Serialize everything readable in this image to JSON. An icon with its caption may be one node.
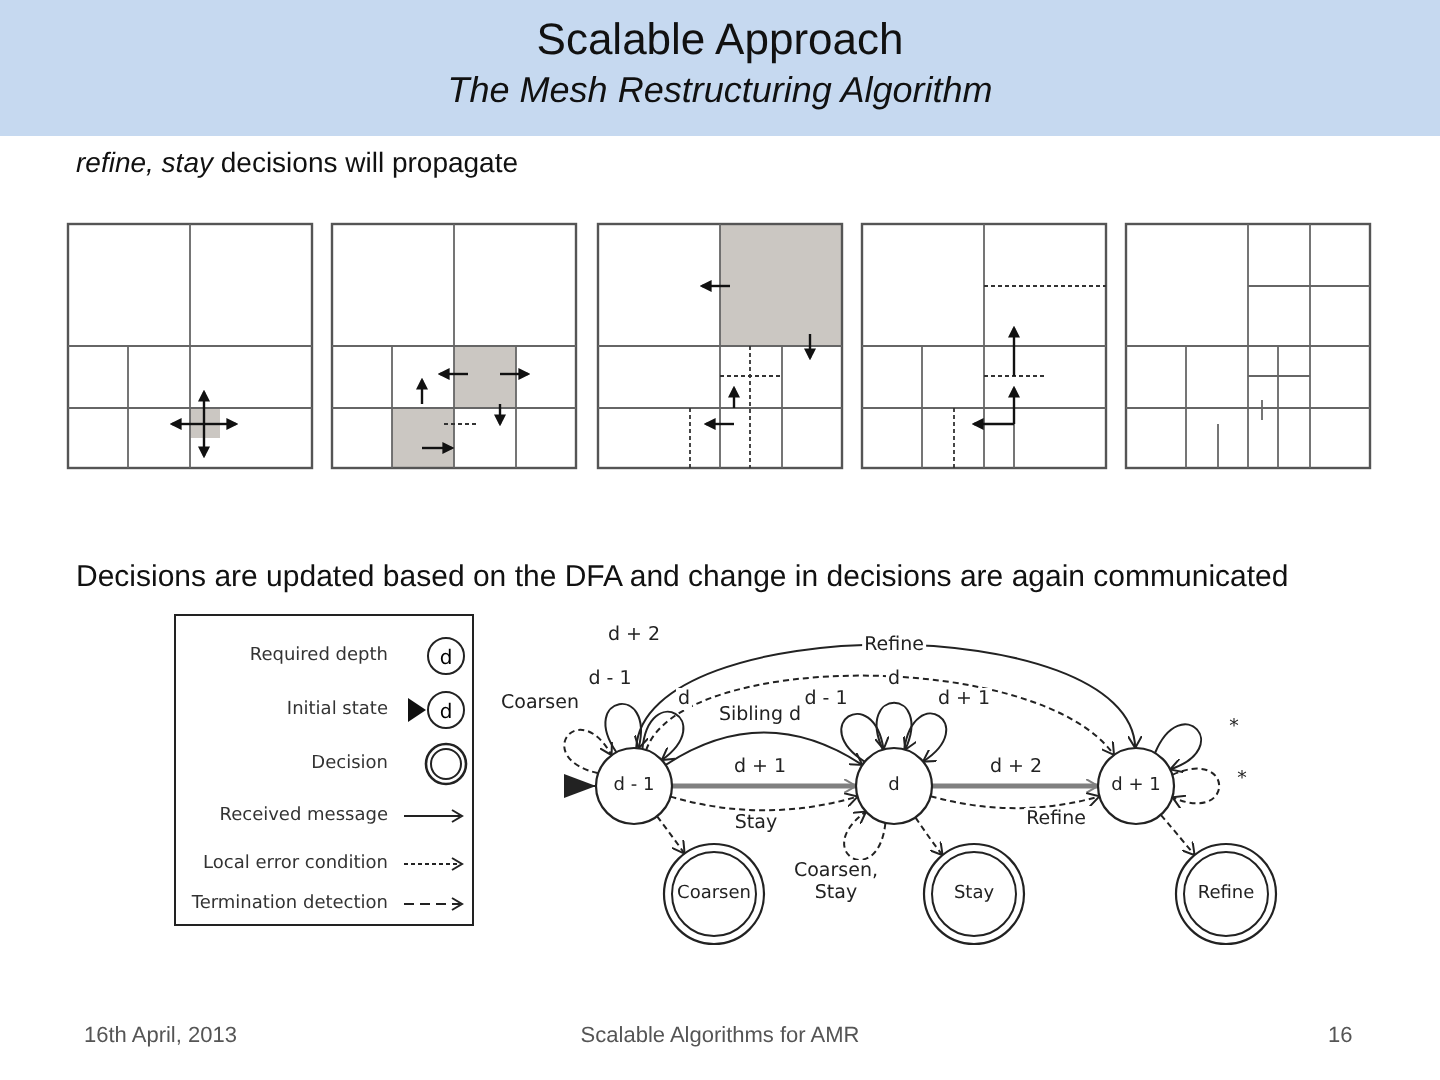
{
  "diagram": {
    "title": "Scalable Approach",
    "nodes": [
      {
        "text": [
          "d - 1"
        ]
      },
      {
        "text": [
          "d"
        ]
      },
      {
        "text": [
          "d + 1"
        ]
      },
      {
        "text": [
          "Coarsen"
        ]
      },
      {
        "text": [
          "Stay"
        ]
      },
      {
        "text": [
          "Refine"
        ]
      }
    ],
    "edges": [
      {
        "from": null,
        "to": 0,
        "arrow": "to"
      },
      {
        "from": 0,
        "to": 0,
        "arrow": "to",
        "label": "Coarsen",
        "style": "dashed"
      },
      {
        "from": 0,
        "to": 0,
        "arrow": "to",
        "label": "d - 1"
      },
      {
        "from": 0,
        "to": 0,
        "arrow": "to",
        "label": "d"
      },
      {
        "from": 0,
        "to": 2,
        "arrow": "to",
        "label": "d + 2"
      },
      {
        "from": 0,
        "to": 2,
        "arrow": "to",
        "label": "Refine",
        "style": "dashed"
      },
      {
        "from": 0,
        "to": 1,
        "arrow": "to",
        "label": "Sibling d"
      },
      {
        "from": 0,
        "to": 1,
        "arrow": "to",
        "label": "d + 1",
        "style": "thick",
        "color": "#808080"
      },
      {
        "from": 0,
        "to": 1,
        "arrow": "to",
        "label": "Stay",
        "style": "dashed"
      },
      {
        "from": 0,
        "to": 3,
        "arrow": "to",
        "style": "dashed"
      },
      {
        "from": 1,
        "to": 1,
        "arrow": "to",
        "label": "d - 1"
      },
      {
        "from": 1,
        "to": 1,
        "arrow": "to",
        "label": "d"
      },
      {
        "from": 1,
        "to": 1,
        "arrow": "to",
        "label": "d + 1"
      },
      {
        "from": 1,
        "to": 1,
        "arrow": "to",
        "label": "Coarsen, Stay",
        "style": "dashed"
      },
      {
        "from": 1,
        "to": 2,
        "arrow": "to",
        "label": "d + 2",
        "style": "thick",
        "color": "#808080"
      },
      {
        "from": 1,
        "to": 2,
        "arrow": "to",
        "label": "Refine",
        "style": "dashed"
      },
      {
        "from": 1,
        "to": 4,
        "arrow": "to",
        "style": "dashed"
      },
      {
        "from": 2,
        "to": 2,
        "arrow": "to",
        "label": "*"
      },
      {
        "from": 2,
        "to": 2,
        "arrow": "to",
        "label": "*",
        "style": "dashed"
      },
      {
        "from": 2,
        "to": 5,
        "arrow": "to",
        "style": "dashed"
      }
    ],
    "labels": [
      "The Mesh Restructuring Algorithm",
      "*refine, stay* decisions will propagate",
      "Decisions are updated based on the DFA and change in decisions are again communicated",
      "d",
      "d",
      "16th April, 2013",
      "Scalable Algorithms for AMR",
      "16"
    ],
    "legend": [
      {
        "text": "Required depth"
      },
      {
        "text": "Initial state"
      },
      {
        "text": "Decision"
      },
      {
        "text": "Received message"
      },
      {
        "text": "Local error condition"
      },
      {
        "text": "Termination detection"
      }
    ]
  }
}
